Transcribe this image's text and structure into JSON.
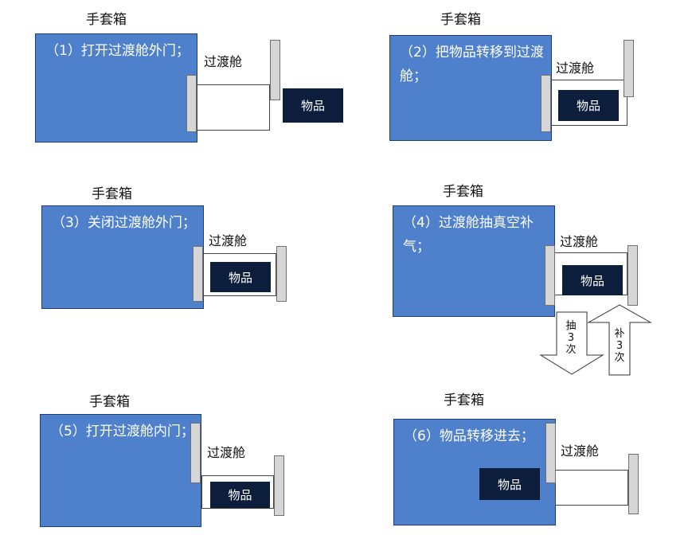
{
  "glovebox_label": "手套箱",
  "chamber_label": "过渡舱",
  "item_label": "物品",
  "steps": [
    {
      "text": "（1）打开过渡舱外门；"
    },
    {
      "text": "（2）把物品转移到过渡舱；"
    },
    {
      "text": "（3）关闭过渡舱外门；"
    },
    {
      "text": "（4）过渡舱抽真空补气；"
    },
    {
      "text": "（5）打开过渡舱内门；"
    },
    {
      "text": "（6）物品转移进去；"
    }
  ],
  "arrows": {
    "down": {
      "char": "抽",
      "count": "3",
      "unit": "次"
    },
    "up": {
      "char": "补",
      "count": "3",
      "unit": "次"
    }
  },
  "colors": {
    "glovebox": "#4f80cc",
    "item": "#0c1e3c",
    "door": "#d6d6d6"
  }
}
